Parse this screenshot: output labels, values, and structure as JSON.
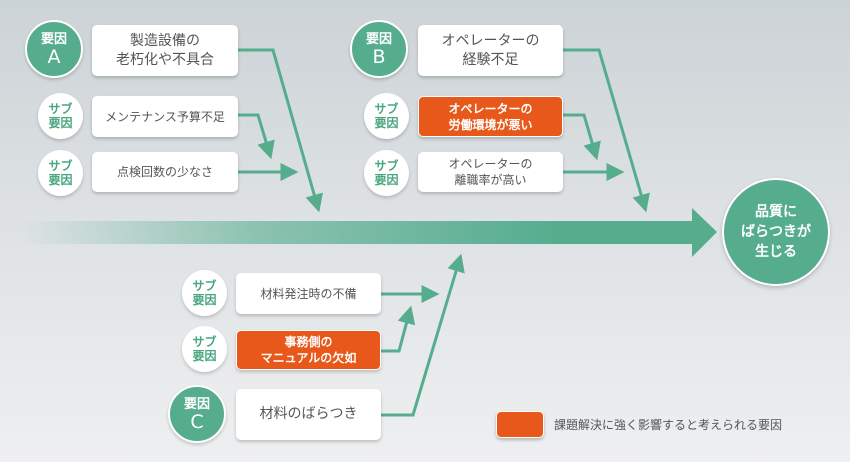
{
  "result": {
    "lines": [
      "品質に",
      "ばらつきが",
      "生じる"
    ]
  },
  "groups": [
    {
      "id": "A",
      "main": {
        "tag": "要因",
        "letter": "A",
        "lines": [
          "製造設備の",
          "老朽化や不具合"
        ],
        "highlight": false
      },
      "subs": [
        {
          "tag_lines": [
            "サブ",
            "要因"
          ],
          "lines": [
            "メンテナンス予算不足"
          ],
          "highlight": false
        },
        {
          "tag_lines": [
            "サブ",
            "要因"
          ],
          "lines": [
            "点検回数の少なさ"
          ],
          "highlight": false
        }
      ]
    },
    {
      "id": "B",
      "main": {
        "tag": "要因",
        "letter": "B",
        "lines": [
          "オペレーターの",
          "経験不足"
        ],
        "highlight": false
      },
      "subs": [
        {
          "tag_lines": [
            "サブ",
            "要因"
          ],
          "lines": [
            "オペレーターの",
            "労働環境が悪い"
          ],
          "highlight": true
        },
        {
          "tag_lines": [
            "サブ",
            "要因"
          ],
          "lines": [
            "オペレーターの",
            "離職率が高い"
          ],
          "highlight": false
        }
      ]
    },
    {
      "id": "C",
      "main": {
        "tag": "要因",
        "letter": "C",
        "lines": [
          "材料のばらつき"
        ],
        "highlight": false
      },
      "subs": [
        {
          "tag_lines": [
            "サブ",
            "要因"
          ],
          "lines": [
            "材料発注時の不備"
          ],
          "highlight": false
        },
        {
          "tag_lines": [
            "サブ",
            "要因"
          ],
          "lines": [
            "事務側の",
            "マニュアルの欠如"
          ],
          "highlight": true
        }
      ]
    }
  ],
  "legend": {
    "label": "課題解決に強く影響すると考えられる要因",
    "color": "#e8581a"
  },
  "colors": {
    "accent": "#55ad8e",
    "highlight": "#e8581a",
    "sub_text": "#4aa67f"
  }
}
